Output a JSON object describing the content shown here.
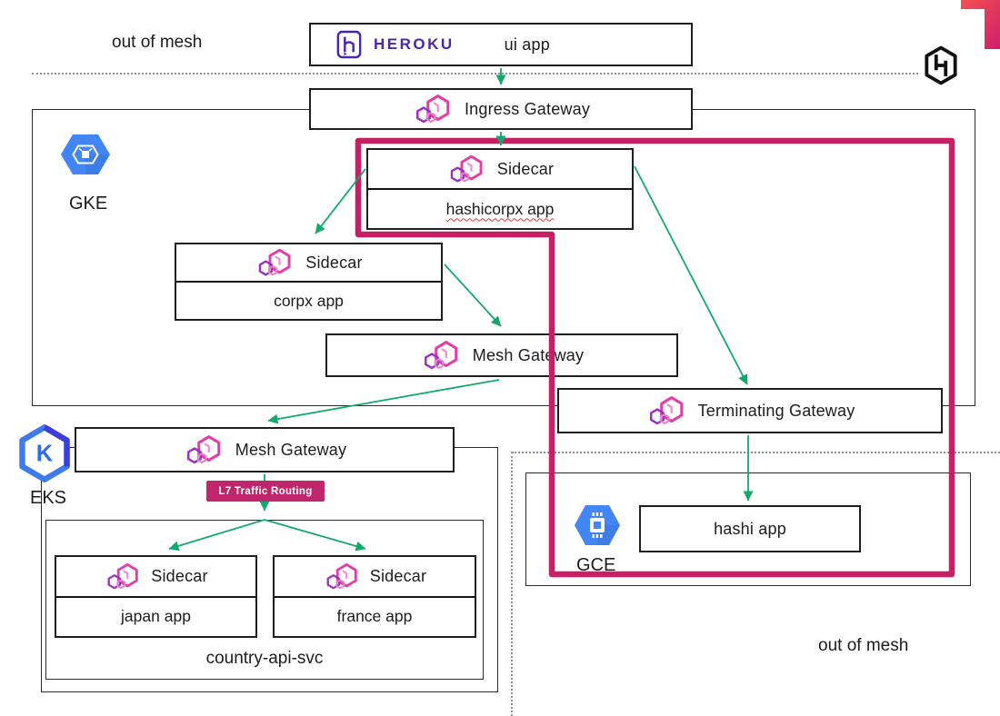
{
  "labels": {
    "out_of_mesh_top": "out of mesh",
    "out_of_mesh_bottom": "out of mesh"
  },
  "clusters": {
    "gke": "GKE",
    "eks": "EKS",
    "gce": "GCE"
  },
  "nodes": {
    "ui_app": {
      "brand": "HEROKU",
      "label": "ui app"
    },
    "ingress_gateway": {
      "label": "Ingress Gateway"
    },
    "sidecar_hashicorpx": {
      "title": "Sidecar",
      "app": "hashicorpx app"
    },
    "sidecar_corpx": {
      "title": "Sidecar",
      "app": "corpx app"
    },
    "mesh_gateway_gke": {
      "label": "Mesh Gateway"
    },
    "mesh_gateway_eks": {
      "label": "Mesh Gateway"
    },
    "l7_badge": {
      "label": "L7 Traffic Routing"
    },
    "sidecar_japan": {
      "title": "Sidecar",
      "app": "japan app"
    },
    "sidecar_france": {
      "title": "Sidecar",
      "app": "france app"
    },
    "country_api": {
      "label": "country-api-svc"
    },
    "terminating_gateway": {
      "label": "Terminating Gateway"
    },
    "hashi_app": {
      "label": "hashi app"
    }
  },
  "icons": {
    "consul-icon": "pink layered hexagons (Consul proxy/gateway mark)",
    "heroku-icon": "purple rounded square with h glyph",
    "gke-icon": "blue hexagon with wireframe cube",
    "eks-icon": "blue hexagon with letter K",
    "gce-icon": "blue hexagon with processor chip",
    "hashicorp-logo-icon": "black hexagon with H mark",
    "corner-decoration": "magenta gradient corner bracket"
  },
  "colors": {
    "highlight_ring_pink": "#c81e63",
    "arrow_green": "#12a96c",
    "badge_pink": "#c0266c",
    "heroku_purple": "#4b25aa",
    "gcp_blue": "#4285f4",
    "eks_blue_light": "#3e7bea",
    "eks_blue_dark": "#3b3fd8",
    "consul_pink": "#e23da8",
    "consul_purple": "#9b2fc1",
    "hashicorp_black": "#111111",
    "corner_gradient_start": "#f2524f",
    "corner_gradient_end": "#d01e6e",
    "dotted_line_gray": "#8f9398"
  }
}
